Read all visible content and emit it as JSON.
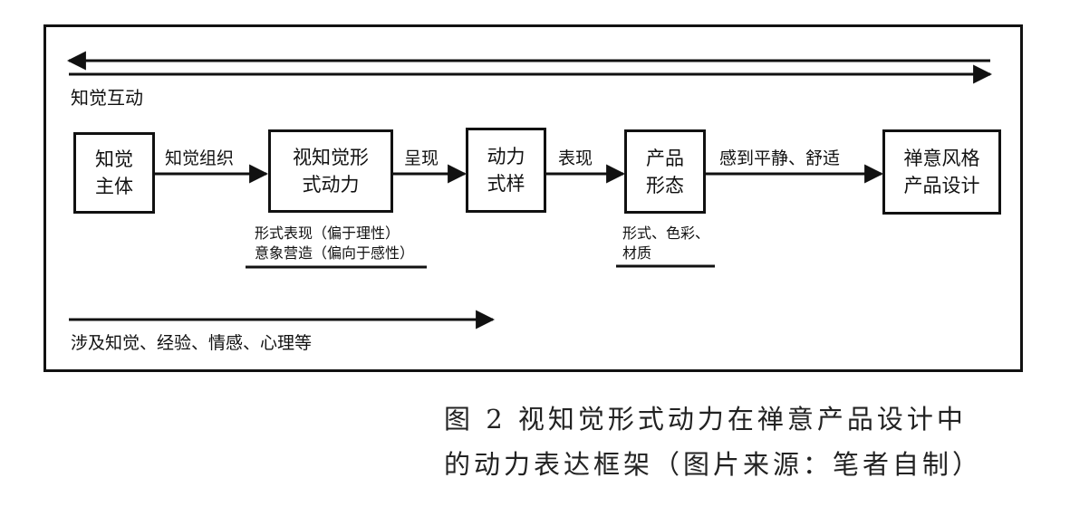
{
  "diagram": {
    "top_arrow_label": "知觉互动",
    "nodes": [
      {
        "id": "subject",
        "lines": [
          "知觉",
          "主体"
        ]
      },
      {
        "id": "visual-force",
        "lines": [
          "视知觉形",
          "式动力"
        ]
      },
      {
        "id": "dynamic-style",
        "lines": [
          "动力",
          "式样"
        ]
      },
      {
        "id": "product-form",
        "lines": [
          "产品",
          "形态"
        ]
      },
      {
        "id": "zen-design",
        "lines": [
          "禅意风格",
          "产品设计"
        ]
      }
    ],
    "edges": [
      {
        "from": "subject",
        "to": "visual-force",
        "label": "知觉组织"
      },
      {
        "from": "visual-force",
        "to": "dynamic-style",
        "label": "呈现"
      },
      {
        "from": "dynamic-style",
        "to": "product-form",
        "label": "表现"
      },
      {
        "from": "product-form",
        "to": "zen-design",
        "label": "感到平静、舒适"
      }
    ],
    "notes": {
      "visual_force": [
        "形式表现（偏于理性）",
        "意象营造（偏向于感性）"
      ],
      "product_form": [
        "形式、色彩、",
        "材质"
      ]
    },
    "bottom_arrow_label": "涉及知觉、经验、情感、心理等"
  },
  "caption": {
    "line1": "图 2  视知觉形式动力在禅意产品设计中",
    "line2": "的动力表达框架（图片来源：笔者自制）"
  }
}
